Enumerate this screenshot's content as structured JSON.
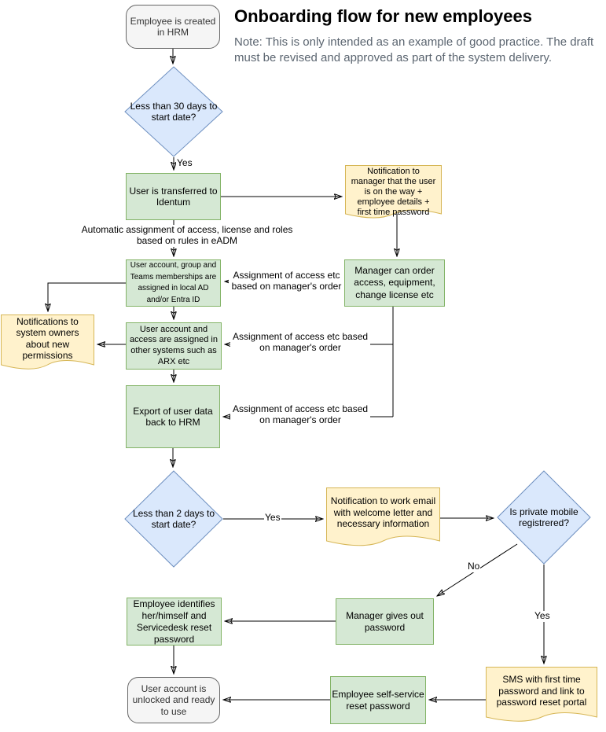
{
  "header": {
    "title": "Onboarding flow for new employees",
    "note": "Note: This is only intended as an example of good practice. The draft must be revised and approved as part of the system delivery."
  },
  "nodes": {
    "start": "Employee is created in HRM",
    "within30days": "Less than 30 days to start date?",
    "identum": "User is transferred to Identum",
    "notify_manager": "Notification to manager that the user is on the way + employee details + first time password",
    "ad_entra": "User account, group and Teams memberships are assigned in local AD and/or Entra ID",
    "manager_order": "Manager can order access, equipment, change license etc",
    "notify_owners": "Notifications to system owners about new permissions",
    "other_systems": "User account and access are assigned in other systems such as ARX etc",
    "export_hrm": "Export of user data back to HRM",
    "within2days": "Less than 2 days to start date?",
    "work_email": "Notification to work email with welcome letter and necessary information",
    "private_mobile": "Is private mobile registrered?",
    "manager_password": "Manager gives out password",
    "employee_identifies": "Employee identifies her/himself and Servicedesk reset password",
    "sms": "SMS with first time password and link to password reset portal",
    "self_service": "Employee self-service reset password",
    "unlocked": "User account is unlocked and ready to use"
  },
  "edge_labels": {
    "yes_30days": "Yes",
    "auto_assignment": "Automatic assignment of access, license and roles based on rules in eADM",
    "assignment_order_1": "Assignment of access etc based on manager's order",
    "assignment_order_2": "Assignment of access etc based on manager's order",
    "assignment_order_3": "Assignment of access etc based on manager's order",
    "yes_2days": "Yes",
    "no_mobile": "No",
    "yes_mobile": "Yes"
  },
  "colors": {
    "process_fill": "#d5e8d4",
    "process_stroke": "#82b366",
    "decision_fill": "#dae8fc",
    "decision_stroke": "#6c8ebf",
    "document_fill": "#fff2cc",
    "document_stroke": "#d6b656",
    "terminator_fill": "#f5f5f5",
    "terminator_stroke": "#666666",
    "connector": "#000000",
    "note_text": "#5b6570"
  }
}
